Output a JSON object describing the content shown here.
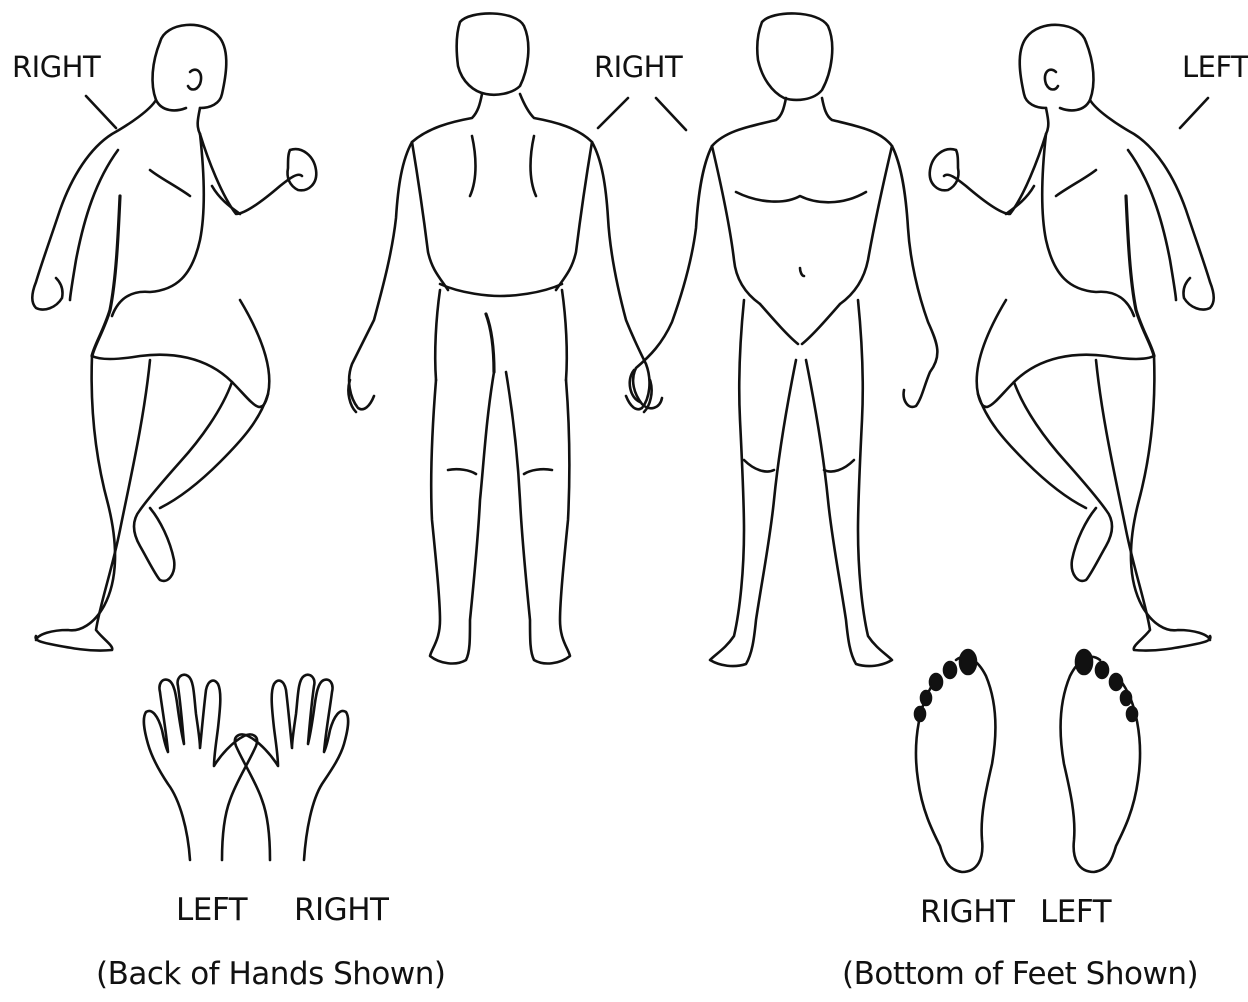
{
  "labels": {
    "side_left_figure": "RIGHT",
    "center": "RIGHT",
    "side_right_figure": "LEFT",
    "hand_left": "LEFT",
    "hand_right": "RIGHT",
    "foot_right": "RIGHT",
    "foot_left": "LEFT"
  },
  "captions": {
    "hands": "(Back of Hands Shown)",
    "feet": "(Bottom of Feet Shown)"
  },
  "colors": {
    "line": "#111111",
    "background": "#ffffff"
  }
}
